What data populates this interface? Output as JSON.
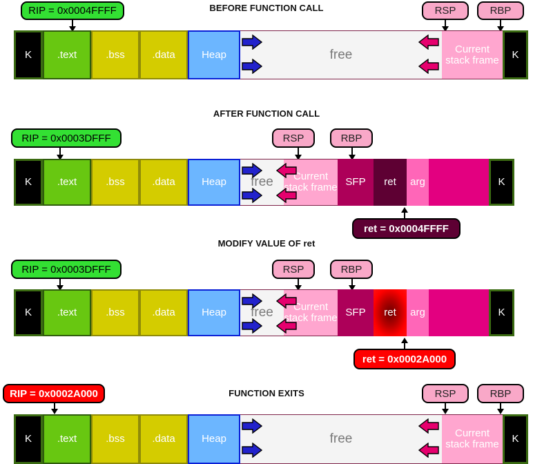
{
  "meta": {
    "colors": {
      "kernel": "#000000",
      "text_seg": "#68c711",
      "bss_data": "#d4cc00",
      "heap": "#6cb6ff",
      "free": "#f4f4f4",
      "stack_frame": "#ffa6cf",
      "sfp": "#ad0059",
      "ret": "#5e0033",
      "ret_modified": "#ff0000",
      "arg": "#ff66b8",
      "rest": "#e30080",
      "rip_normal": "#33e033",
      "rip_hijacked": "#ff0000",
      "register_box": "#f9a8c8",
      "grow_up_arrow": "#2222cc",
      "grow_down_arrow": "#e6006e"
    },
    "icons": {
      "arrow_right": "chevron-right-icon",
      "arrow_left": "chevron-left-icon",
      "pointer_down": "arrow-down-icon",
      "pointer_up": "arrow-up-icon"
    }
  },
  "panels": [
    {
      "id": "before",
      "title": "BEFORE FUNCTION CALL",
      "rip": {
        "label": "RIP = 0x0004FFFF",
        "style": "green"
      },
      "registers": [
        {
          "name": "RSP",
          "label": "RSP"
        },
        {
          "name": "RBP",
          "label": "RBP"
        }
      ],
      "segments": [
        {
          "name": "kernel-low",
          "label": "K"
        },
        {
          "name": "text",
          "label": ".text"
        },
        {
          "name": "bss",
          "label": ".bss"
        },
        {
          "name": "data",
          "label": ".data"
        },
        {
          "name": "heap",
          "label": "Heap"
        },
        {
          "name": "free",
          "label": "free"
        },
        {
          "name": "stack-frame",
          "label": "Current stack frame"
        },
        {
          "name": "kernel-high",
          "label": "K"
        }
      ]
    },
    {
      "id": "after",
      "title": "AFTER FUNCTION CALL",
      "rip": {
        "label": "RIP = 0x0003DFFF",
        "style": "green"
      },
      "registers": [
        {
          "name": "RSP",
          "label": "RSP"
        },
        {
          "name": "RBP",
          "label": "RBP"
        }
      ],
      "ret_callout": {
        "label": "ret = 0x0004FFFF",
        "style": "dark"
      },
      "segments": [
        {
          "name": "kernel-low",
          "label": "K"
        },
        {
          "name": "text",
          "label": ".text"
        },
        {
          "name": "bss",
          "label": ".bss"
        },
        {
          "name": "data",
          "label": ".data"
        },
        {
          "name": "heap",
          "label": "Heap"
        },
        {
          "name": "free",
          "label": "free"
        },
        {
          "name": "stack-frame",
          "label": "Current stack frame"
        },
        {
          "name": "sfp",
          "label": "SFP"
        },
        {
          "name": "ret",
          "label": "ret"
        },
        {
          "name": "arg",
          "label": "arg"
        },
        {
          "name": "rest",
          "label": ""
        },
        {
          "name": "kernel-high",
          "label": "K"
        }
      ]
    },
    {
      "id": "modify",
      "title": "MODIFY VALUE OF ret",
      "rip": {
        "label": "RIP = 0x0003DFFF",
        "style": "green"
      },
      "registers": [
        {
          "name": "RSP",
          "label": "RSP"
        },
        {
          "name": "RBP",
          "label": "RBP"
        }
      ],
      "ret_callout": {
        "label": "ret = 0x0002A000",
        "style": "red"
      },
      "segments": [
        {
          "name": "kernel-low",
          "label": "K"
        },
        {
          "name": "text",
          "label": ".text"
        },
        {
          "name": "bss",
          "label": ".bss"
        },
        {
          "name": "data",
          "label": ".data"
        },
        {
          "name": "heap",
          "label": "Heap"
        },
        {
          "name": "free",
          "label": "free"
        },
        {
          "name": "stack-frame",
          "label": "Current stack frame"
        },
        {
          "name": "sfp",
          "label": "SFP"
        },
        {
          "name": "ret",
          "label": "ret"
        },
        {
          "name": "arg",
          "label": "arg"
        },
        {
          "name": "rest",
          "label": ""
        },
        {
          "name": "kernel-high",
          "label": "K"
        }
      ]
    },
    {
      "id": "exits",
      "title": "FUNCTION EXITS",
      "rip": {
        "label": "RIP = 0x0002A000",
        "style": "red"
      },
      "registers": [
        {
          "name": "RSP",
          "label": "RSP"
        },
        {
          "name": "RBP",
          "label": "RBP"
        }
      ],
      "segments": [
        {
          "name": "kernel-low",
          "label": "K"
        },
        {
          "name": "text",
          "label": ".text"
        },
        {
          "name": "bss",
          "label": ".bss"
        },
        {
          "name": "data",
          "label": ".data"
        },
        {
          "name": "heap",
          "label": "Heap"
        },
        {
          "name": "free",
          "label": "free"
        },
        {
          "name": "stack-frame",
          "label": "Current stack frame"
        },
        {
          "name": "kernel-high",
          "label": "K"
        }
      ]
    }
  ]
}
